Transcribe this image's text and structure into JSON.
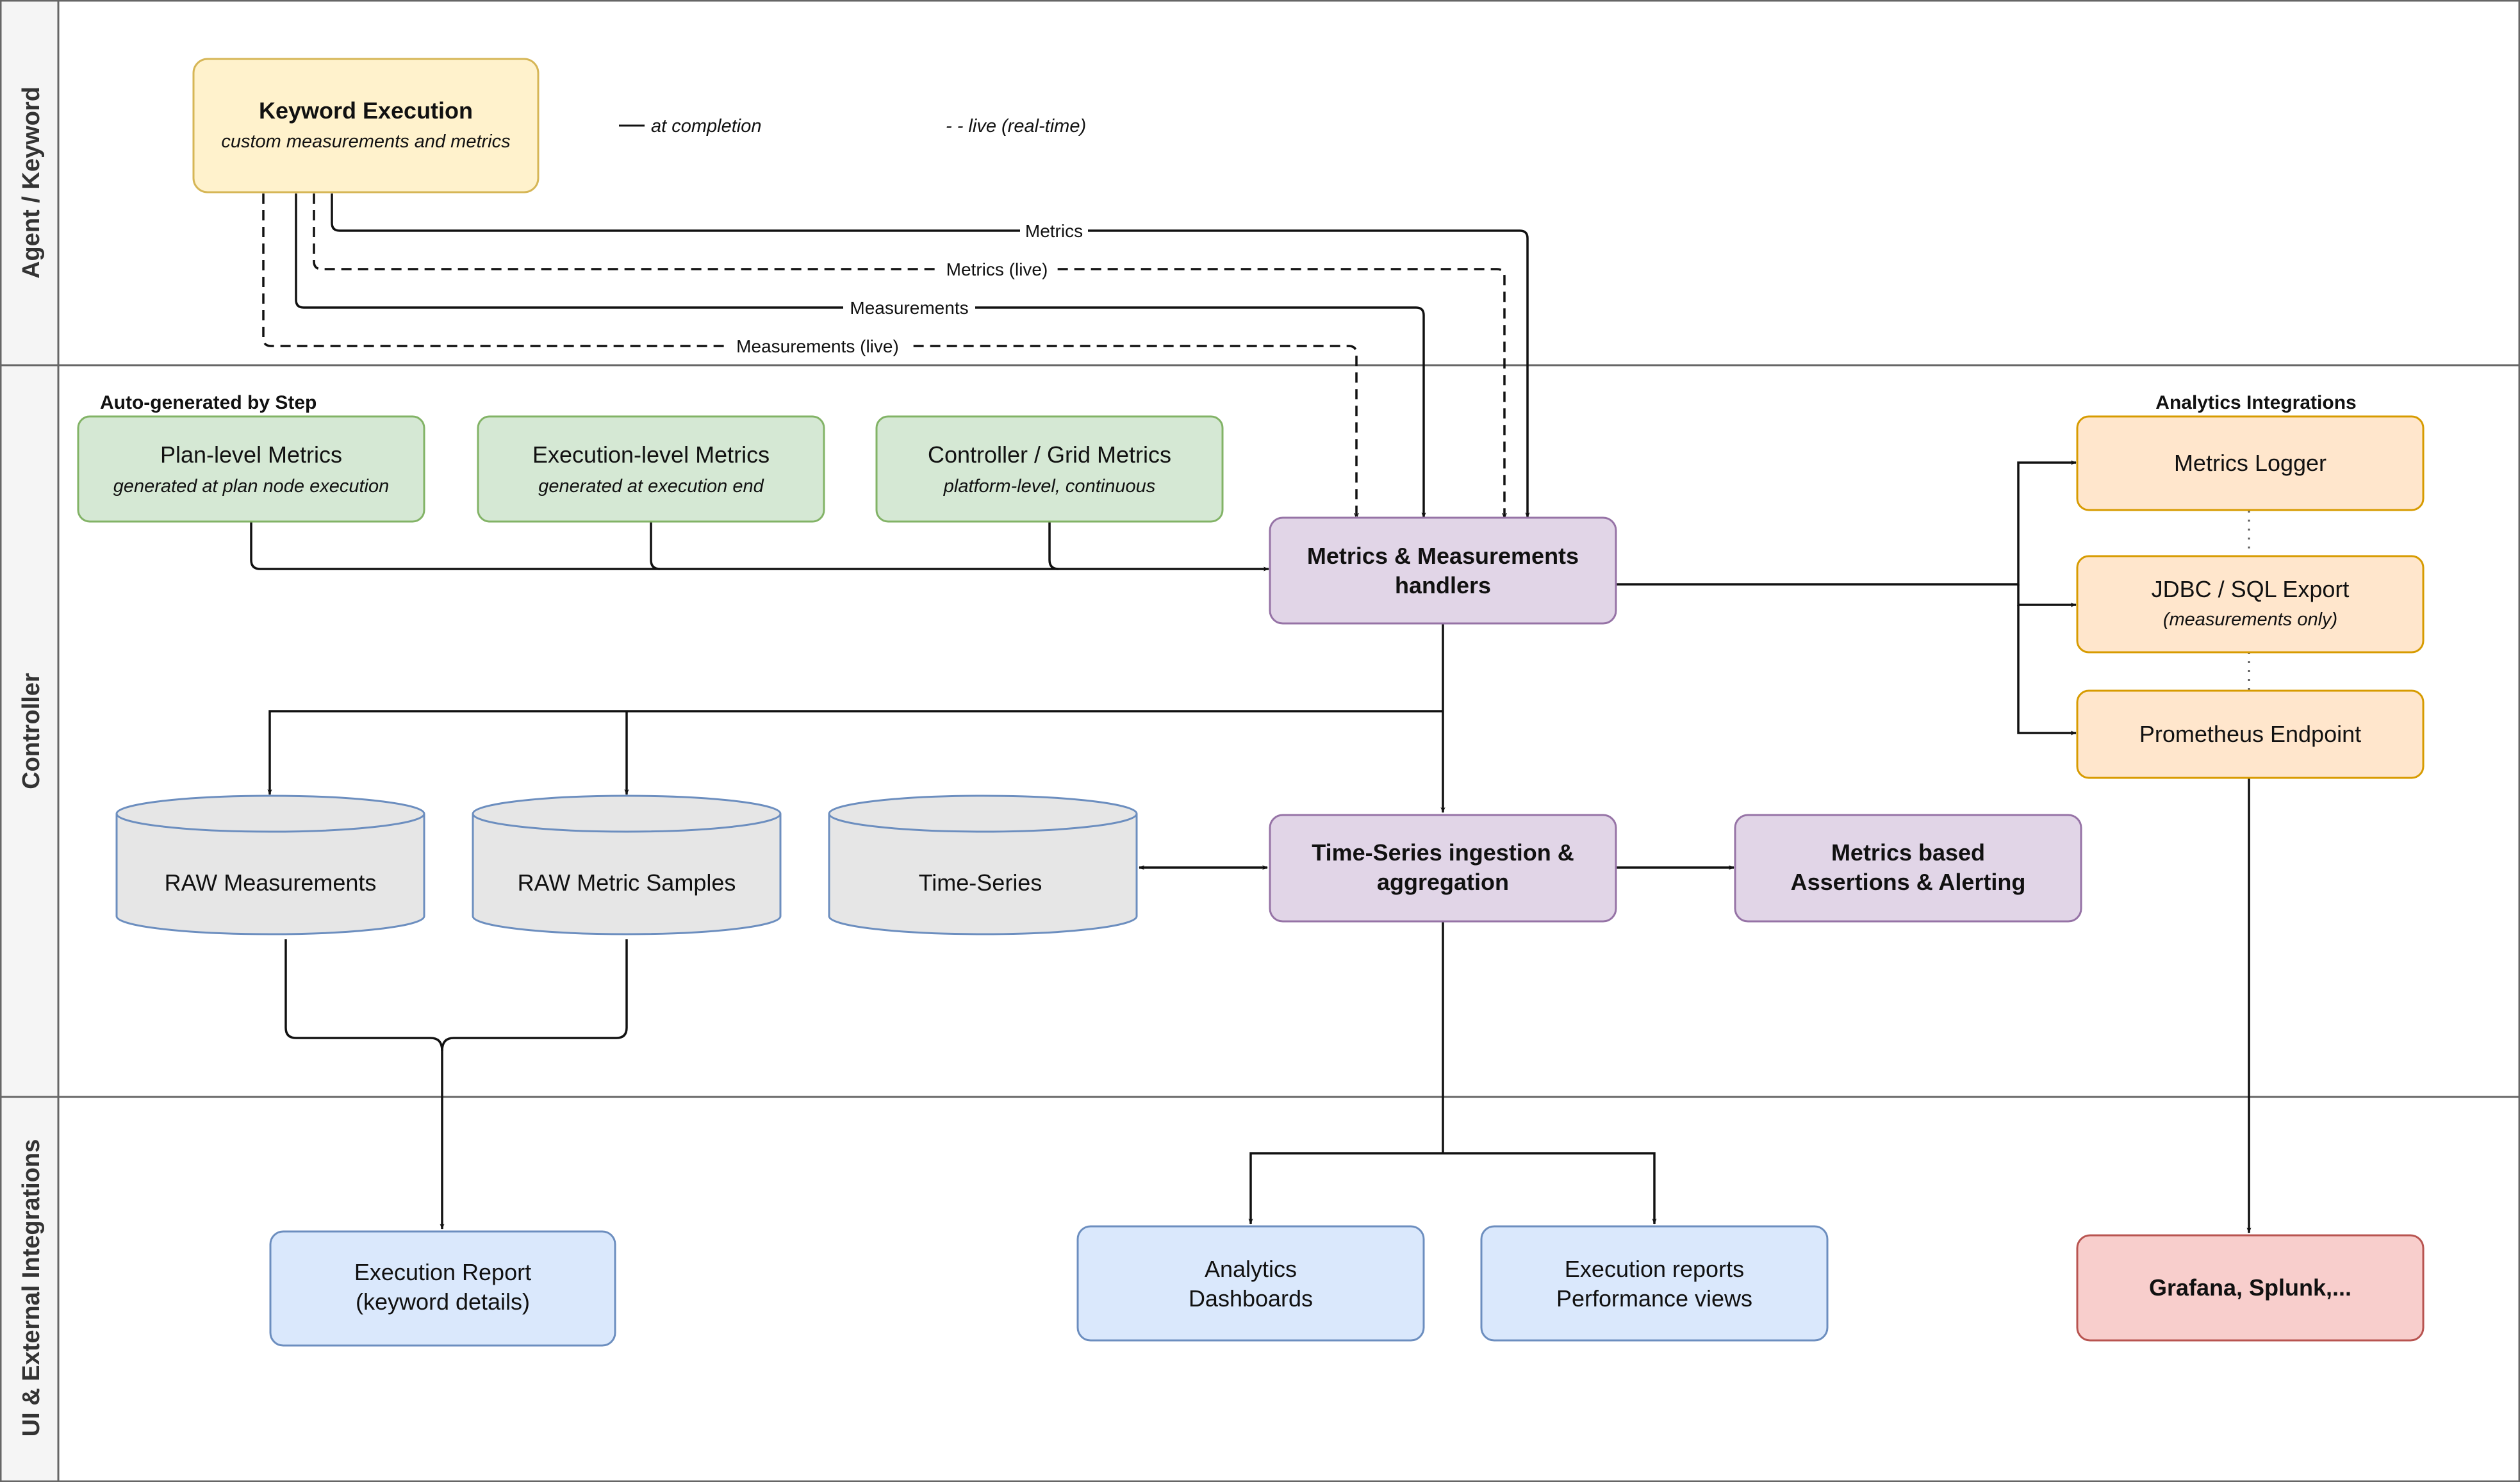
{
  "lanes": {
    "agent": "Agent / Keyword",
    "controller": "Controller",
    "ui": "UI & External Integrations"
  },
  "legend": {
    "solid": "at completion",
    "dashed": "- - live (real-time)"
  },
  "groups": {
    "auto_generated": "Auto-generated by Step",
    "analytics_integrations": "Analytics Integrations"
  },
  "nodes": {
    "keyword_execution": {
      "title": "Keyword Execution",
      "subtitle": "custom measurements and metrics"
    },
    "plan_metrics": {
      "title": "Plan-level Metrics",
      "subtitle": "generated at plan node execution"
    },
    "exec_metrics": {
      "title": "Execution-level Metrics",
      "subtitle": "generated at execution end"
    },
    "grid_metrics": {
      "title": "Controller / Grid Metrics",
      "subtitle": "platform-level, continuous"
    },
    "handlers": {
      "line1": "Metrics & Measurements",
      "line2": "handlers"
    },
    "metrics_logger": {
      "title": "Metrics Logger"
    },
    "jdbc_export": {
      "title": "JDBC / SQL Export",
      "subtitle": "(measurements only)"
    },
    "prometheus": {
      "title": "Prometheus Endpoint"
    },
    "raw_measurements": {
      "title": "RAW Measurements"
    },
    "raw_samples": {
      "title": "RAW Metric Samples"
    },
    "time_series": {
      "title": "Time-Series"
    },
    "ts_ingestion": {
      "line1": "Time-Series ingestion &",
      "line2": "aggregation"
    },
    "assertions": {
      "line1": "Metrics based",
      "line2": "Assertions & Alerting"
    },
    "execution_report": {
      "line1": "Execution Report",
      "line2": "(keyword details)"
    },
    "analytics_dashboards": {
      "line1": "Analytics",
      "line2": "Dashboards"
    },
    "execution_reports": {
      "line1": "Execution reports",
      "line2": "Performance views"
    },
    "grafana": {
      "title": "Grafana, Splunk,..."
    }
  },
  "edges": {
    "metrics": "Metrics",
    "metrics_live": "Metrics (live)",
    "measurements": "Measurements",
    "measurements_live": "Measurements (live)"
  },
  "colors": {
    "yellow_fill": "#fff2cc",
    "yellow_stroke": "#d6b656",
    "green_fill": "#d5e8d4",
    "green_stroke": "#82b366",
    "purple_fill": "#e1d5e7",
    "purple_stroke": "#9673a6",
    "orange_fill": "#ffe6cc",
    "orange_stroke": "#d79b00",
    "gray_fill": "#e6e6e6",
    "cyl_stroke": "#6c8ebf",
    "blue_fill": "#dae8fc",
    "blue_stroke": "#6c8ebf",
    "red_fill": "#f8cecc",
    "red_stroke": "#b85450",
    "lane_header": "#f5f5f5",
    "lane_border": "#666666"
  }
}
